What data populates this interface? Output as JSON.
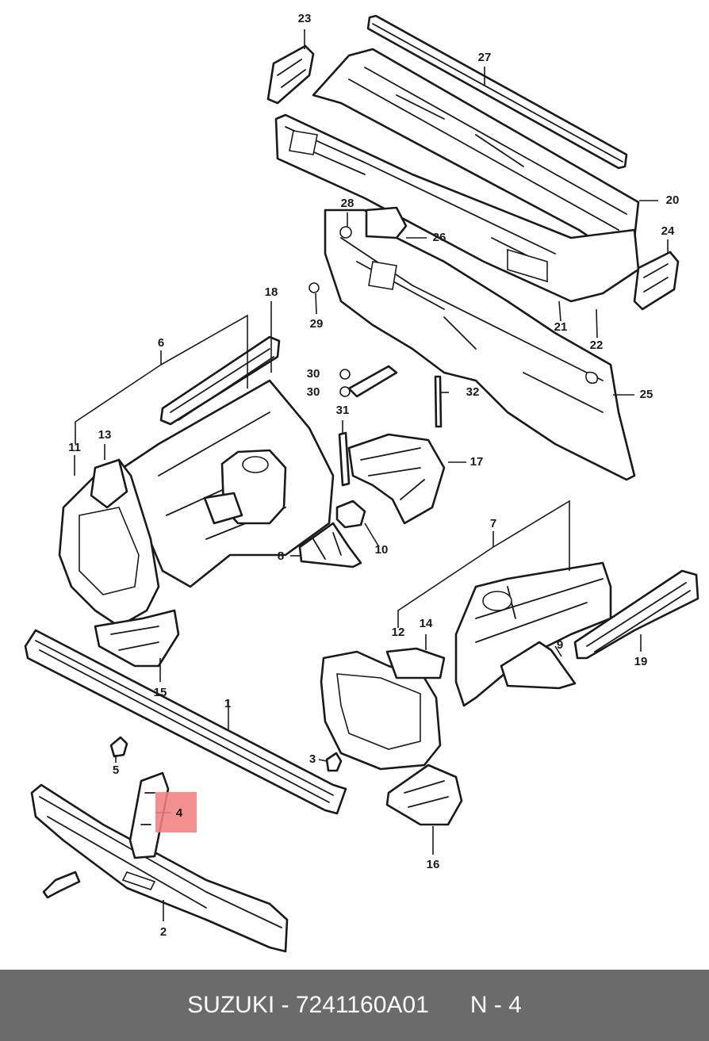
{
  "diagram": {
    "part_labels": [
      "1",
      "2",
      "3",
      "4",
      "5",
      "6",
      "7",
      "8",
      "9",
      "10",
      "11",
      "12",
      "13",
      "14",
      "15",
      "16",
      "17",
      "18",
      "19",
      "20",
      "21",
      "22",
      "23",
      "24",
      "25",
      "26",
      "27",
      "28",
      "29",
      "30",
      "30",
      "31",
      "32"
    ],
    "highlight_color": "#f08080"
  },
  "footer": {
    "brand": "SUZUKI",
    "separator": " - ",
    "part_number": "7241160A01",
    "ref_prefix": "N - ",
    "ref_number": "4",
    "background": "#6b6b6b",
    "text_color": "#ffffff"
  }
}
